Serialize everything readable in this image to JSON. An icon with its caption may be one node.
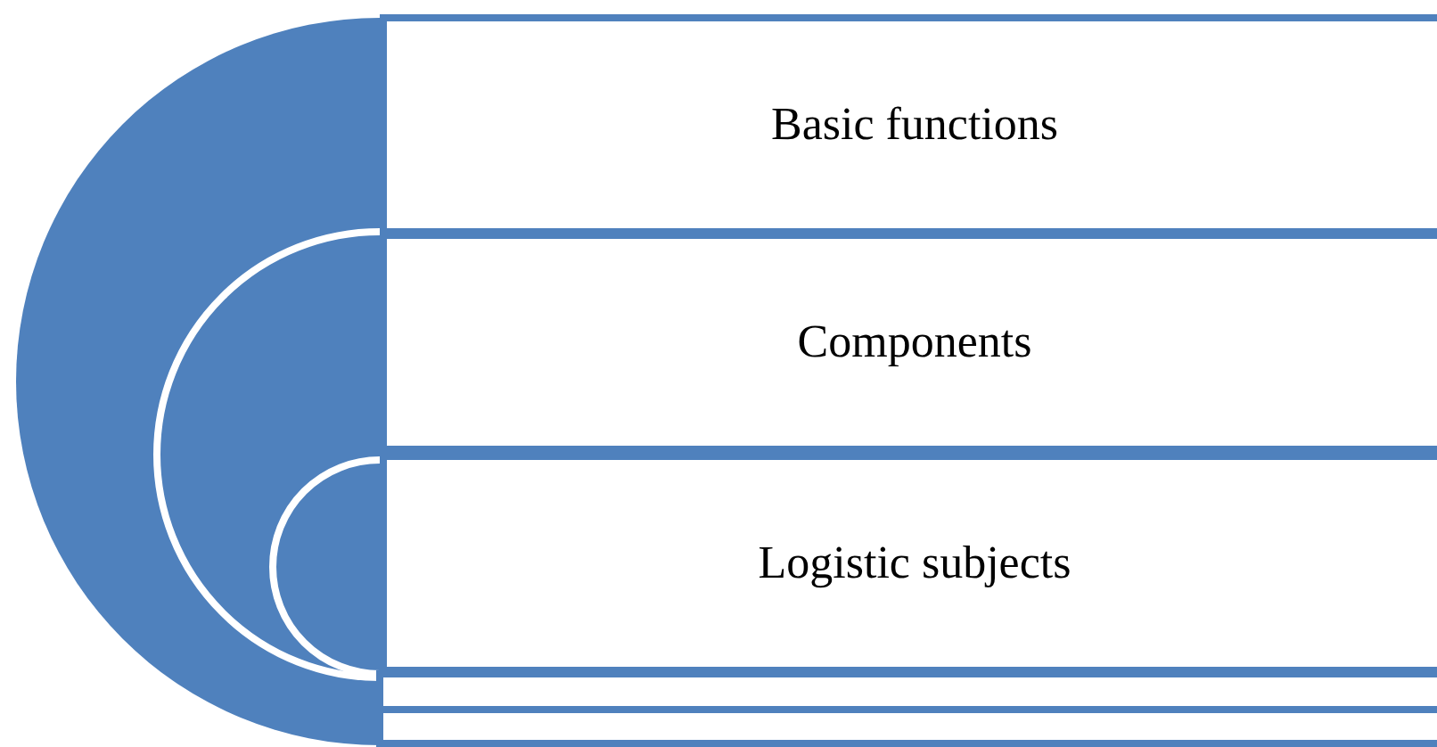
{
  "diagram": {
    "nodes": [
      {
        "text": [
          "Basic functions"
        ]
      },
      {
        "text": [
          "Components"
        ]
      },
      {
        "text": [
          "Logistic subjects"
        ]
      }
    ]
  }
}
